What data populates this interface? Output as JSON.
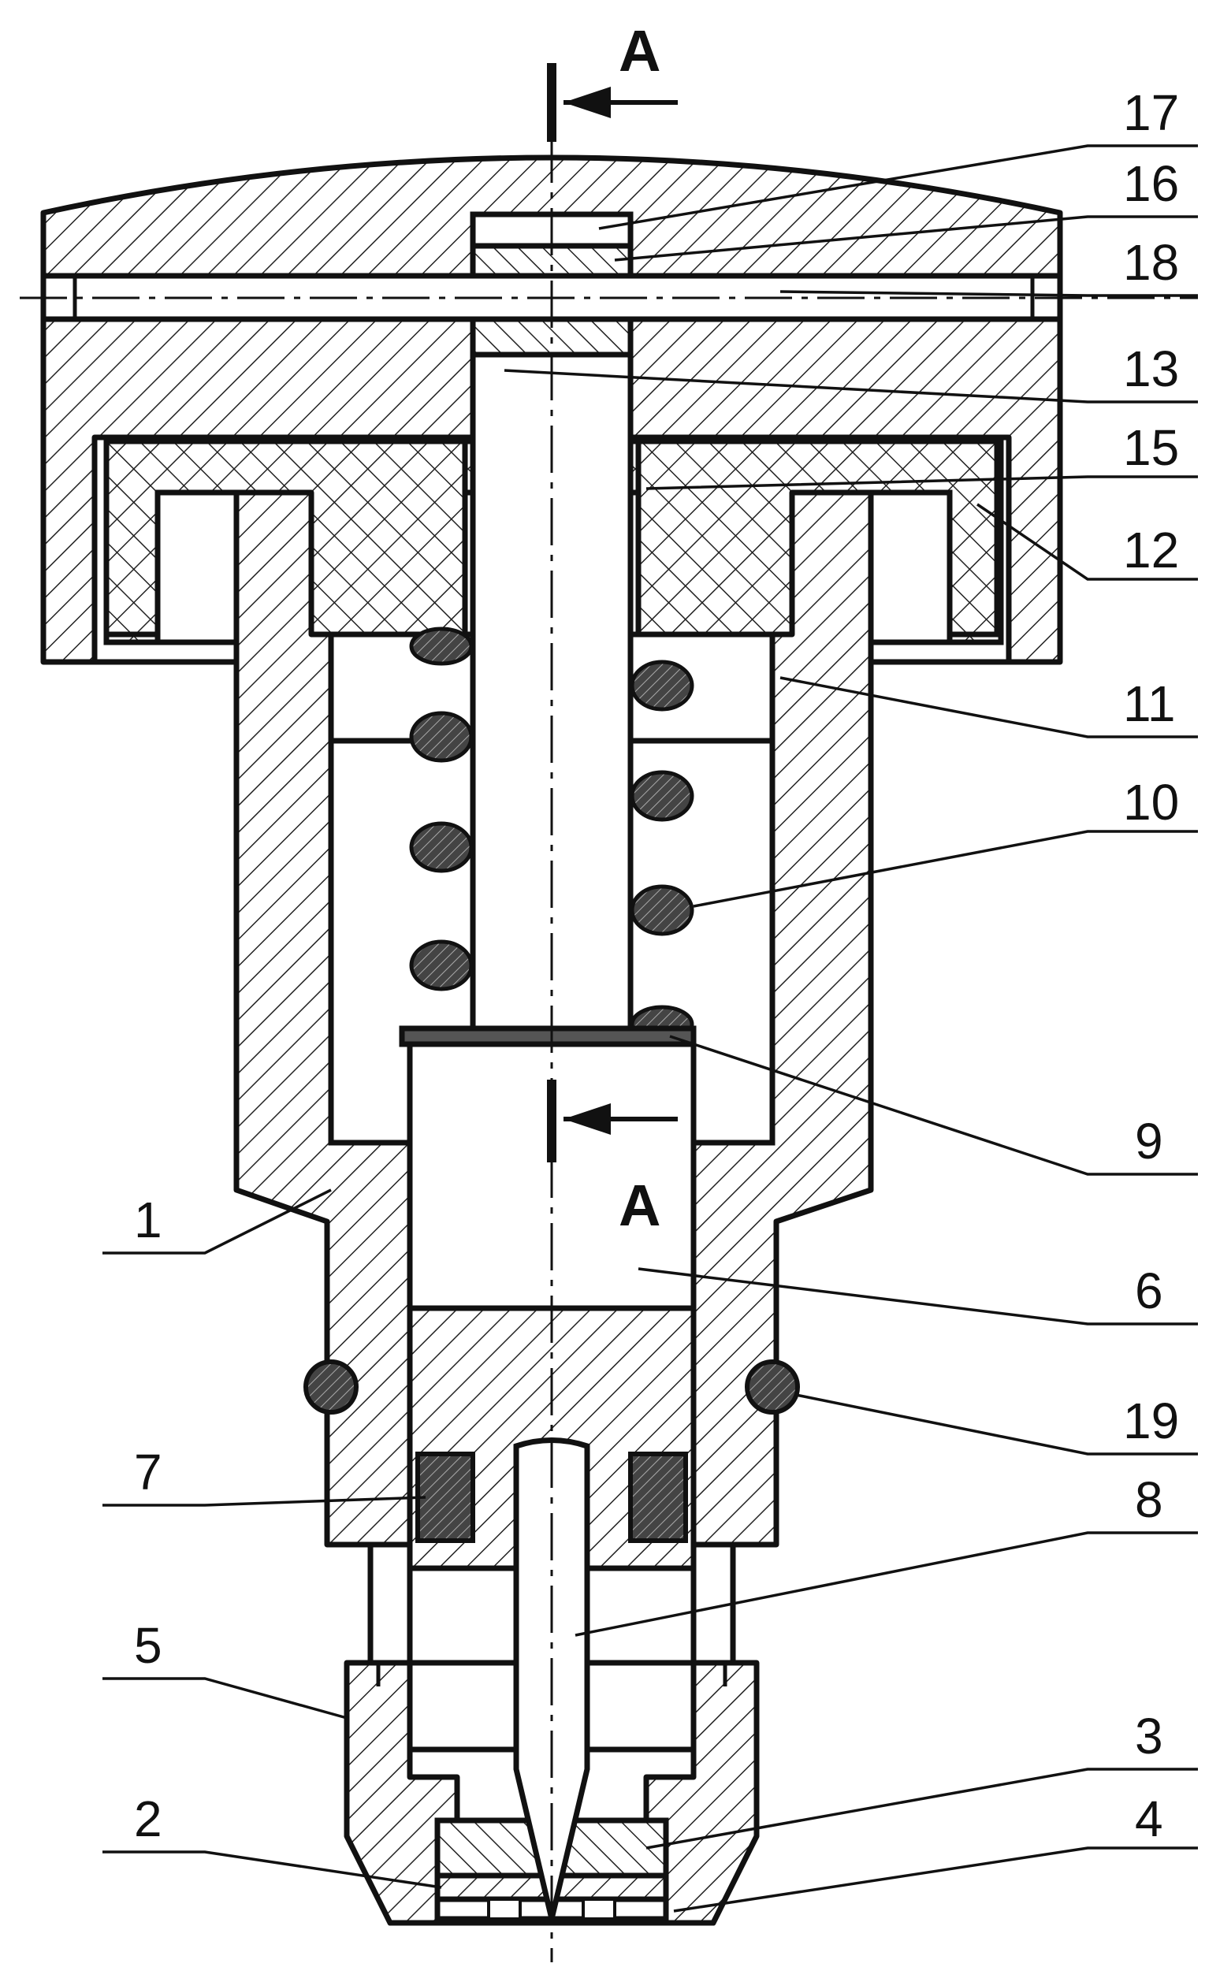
{
  "section_marks": {
    "top": "A",
    "bottom": "A"
  },
  "labels": {
    "l17": "17",
    "l16": "16",
    "l18": "18",
    "l13": "13",
    "l15": "15",
    "l12": "12",
    "l11": "11",
    "l10": "10",
    "l9": "9",
    "l6": "6",
    "l19": "19",
    "l8": "8",
    "l3": "3",
    "l4": "4",
    "l1": "1",
    "l7": "7",
    "l5": "5",
    "l2": "2"
  }
}
